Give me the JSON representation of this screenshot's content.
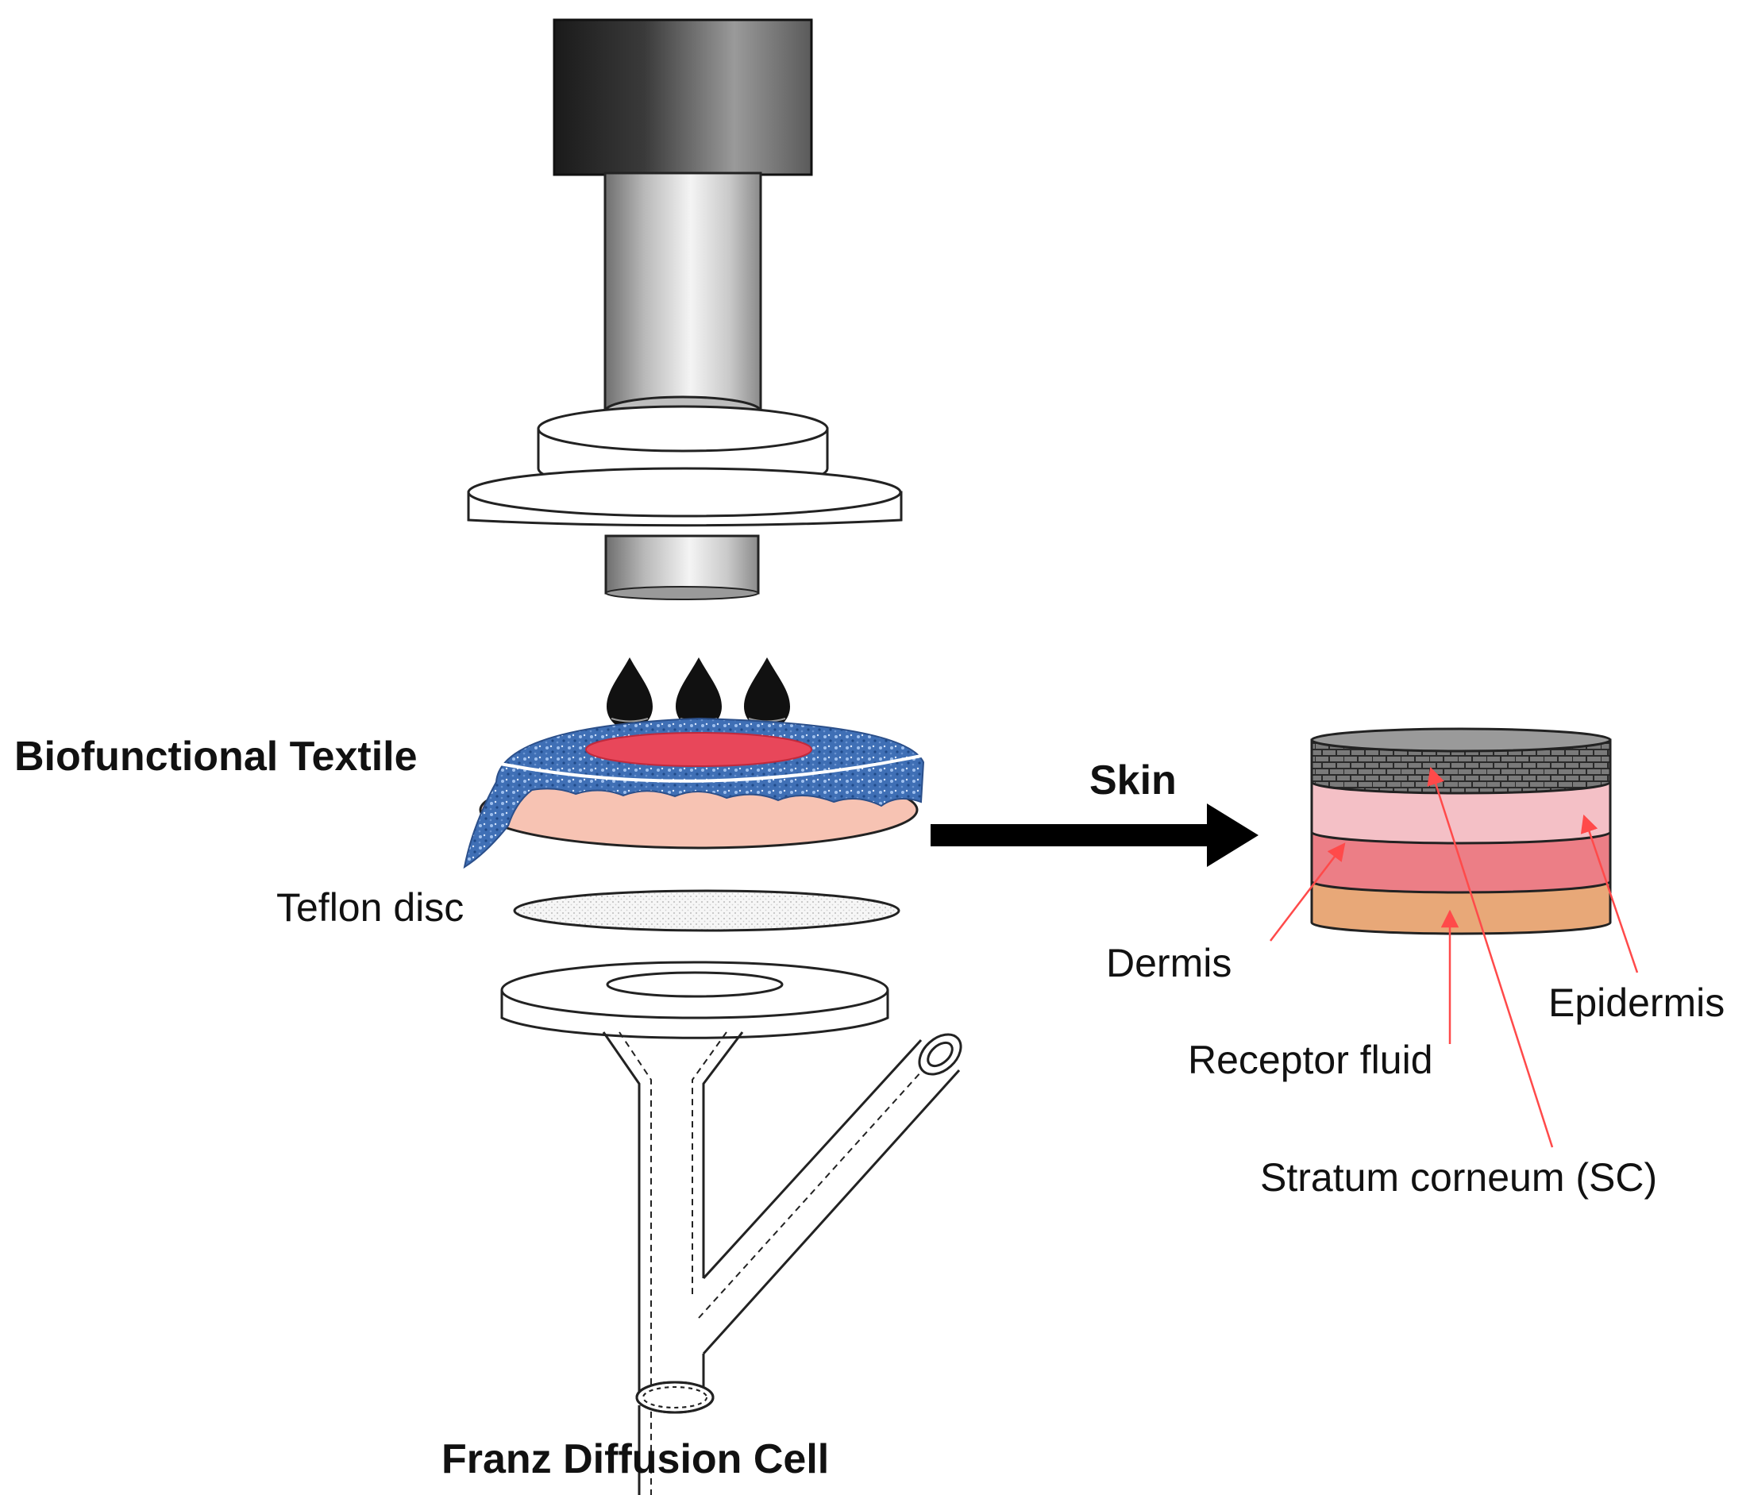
{
  "labels": {
    "biofunctional_textile": "Biofunctional Textile",
    "teflon_disc": "Teflon disc",
    "franz_diffusion_cell": "Franz Diffusion Cell",
    "skin": "Skin",
    "dermis": "Dermis",
    "epidermis": "Epidermis",
    "receptor_fluid": "Receptor fluid",
    "stratum_corneum": "Stratum corneum (SC)"
  },
  "colors": {
    "outline": "#222222",
    "textile_blue": "#3f6fb5",
    "textile_red": "#e8475a",
    "skin_pink": "#f7c3b3",
    "stratum_corneum_gray": "#6f6f6f",
    "epidermis_pink": "#f4c0c6",
    "dermis_red": "#ec7e86",
    "receptor_tan": "#e8a878",
    "pointer_red": "#ff4a4a",
    "arrow_black": "#000000"
  }
}
